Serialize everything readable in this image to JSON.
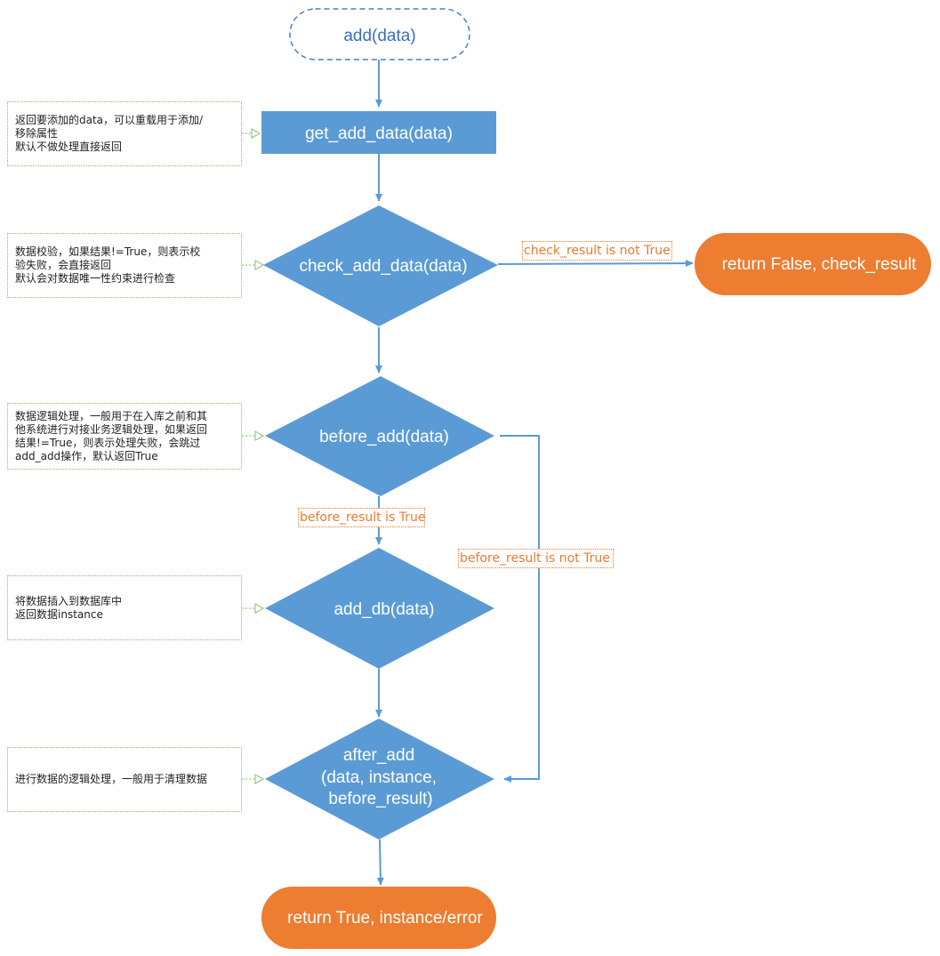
{
  "nodes": {
    "start": "add(data)",
    "get_add_data": "get_add_data(data)",
    "check_add_data": "check_add_data(data)",
    "return_false": "return False, check_result",
    "before_add": "before_add(data)",
    "add_db": "add_db(data)",
    "after_add_line1": "after_add",
    "after_add_line2": "(data, instance,",
    "after_add_line3": "before_result)",
    "return_true": "return True, instance/error"
  },
  "conditions": {
    "check_not_true": "check_result is not True",
    "before_true": "before_result is True",
    "before_not_true": "before_result is not True"
  },
  "notes": {
    "get_add_data": "返回要添加的data，可以重载用于添加/\n移除属性\n默认不做处理直接返回",
    "check_add_data": "数据校验，如果结果!=True，则表示校\n验失败，会直接返回\n默认会对数据唯一性约束进行检查",
    "before_add": "数据逻辑处理，一般用于在入库之前和其\n他系统进行对接业务逻辑处理，如果返回\n结果!=True，则表示处理失败，会跳过\nadd_add操作，默认返回True",
    "add_db": "将数据插入到数据库中\n返回数据instance",
    "after_add": "进行数据的逻辑处理，一般用于清理数据"
  },
  "colors": {
    "process": "#5b9bd5",
    "terminal": "#ed7d31",
    "start_border": "#4a7fc1",
    "note_border": "#7fbf6a",
    "condition": "#e87b30"
  }
}
